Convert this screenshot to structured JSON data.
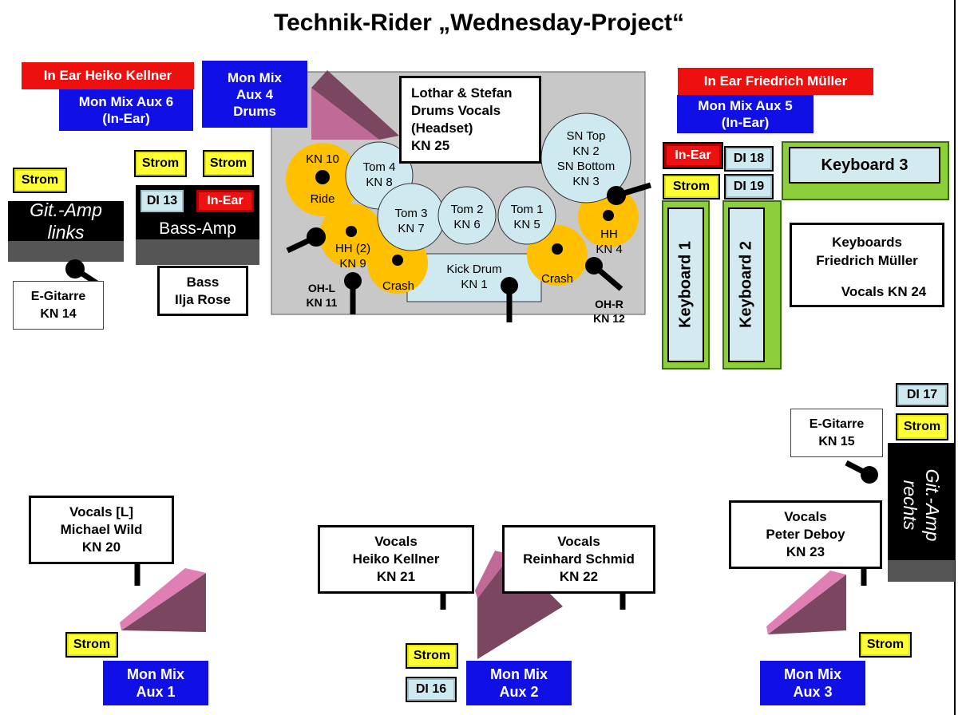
{
  "title": "Technik-Rider „Wednesday-Project“",
  "top_left": {
    "in_ear_label": "In Ear Heiko Kellner",
    "mon_mix_aux6": "Mon Mix Aux 6\n(In-Ear)"
  },
  "drums": {
    "mon_mix_aux4": "Mon Mix\nAux 4\nDrums",
    "headset_box": "Lothar & Stefan\nDrums Vocals\n(Headset)\nKN 25",
    "kn10": "KN 10",
    "ride": "Ride",
    "tom4": "Tom 4\nKN 8",
    "tom3": "Tom 3\nKN 7",
    "tom2": "Tom 2\nKN 6",
    "tom1": "Tom 1\nKN 5",
    "sn": "SN Top\nKN 2\nSN Bottom\nKN 3",
    "hh2": "HH (2)\nKN 9",
    "hh": "HH\nKN 4",
    "crash_left": "Crash",
    "crash_right": "Crash",
    "kick": "Kick Drum\nKN 1",
    "oh_l": "OH-L\nKN 11",
    "oh_r": "OH-R\nKN 12"
  },
  "left_side": {
    "strom1": "Strom",
    "git_amp_left": "Git.-Amp\nlinks",
    "e_gitarre": "E-Gitarre\nKN 14",
    "strom2": "Strom",
    "strom3": "Strom",
    "di13": "DI 13",
    "in_ear_bass": "In-Ear",
    "bass_amp": "Bass-Amp",
    "bass_box": "Bass\nIlja Rose"
  },
  "right_top": {
    "in_ear_label": "In Ear Friedrich Müller",
    "mon_mix_aux5": "Mon Mix Aux 5\n(In-Ear)",
    "in_ear_kb": "In-Ear",
    "di18": "DI 18",
    "strom": "Strom",
    "di19": "DI 19",
    "keyboard1": "Keyboard 1",
    "keyboard2": "Keyboard 2",
    "keyboard3": "Keyboard 3",
    "keyboards_box_title": "Keyboards\nFriedrich Müller",
    "keyboards_box_vocals": "Vocals KN 24"
  },
  "right_side": {
    "di17": "DI 17",
    "strom": "Strom",
    "e_gitarre": "E-Gitarre\nKN 15",
    "git_amp_right": "Git.-Amp\nrechts"
  },
  "front": {
    "vocals_michael": "Vocals [L]\nMichael Wild\nKN 20",
    "vocals_heiko": "Vocals\nHeiko Kellner\nKN 21",
    "vocals_reinhard": "Vocals\nReinhard Schmid\nKN 22",
    "vocals_peter": "Vocals\nPeter Deboy\nKN 23",
    "strom_left": "Strom",
    "strom_center": "Strom",
    "di16": "DI 16",
    "strom_right": "Strom",
    "mon_mix_aux1": "Mon Mix\nAux 1",
    "mon_mix_aux2": "Mon Mix\nAux 2",
    "mon_mix_aux3": "Mon Mix\nAux 3"
  }
}
